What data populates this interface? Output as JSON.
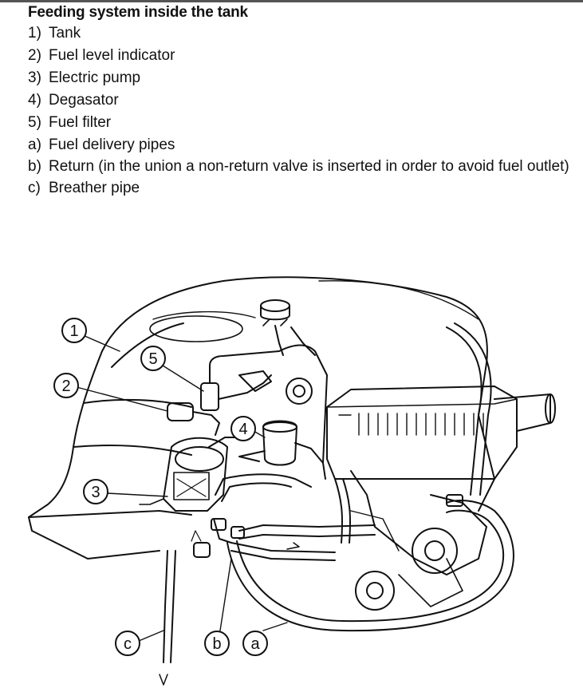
{
  "header": {
    "title": "Feeding system inside the tank"
  },
  "legend": [
    {
      "key": "1)",
      "text": "Tank"
    },
    {
      "key": "2)",
      "text": "Fuel level indicator"
    },
    {
      "key": "3)",
      "text": "Electric pump"
    },
    {
      "key": "4)",
      "text": "Degasator"
    },
    {
      "key": "5)",
      "text": "Fuel filter"
    },
    {
      "key": "a)",
      "text": "Fuel delivery pipes"
    },
    {
      "key": "b)",
      "text": "Return (in the union a non-return valve is inserted in order to avoid fuel outlet)"
    },
    {
      "key": "c)",
      "text": "Breather pipe"
    }
  ],
  "callouts": {
    "c1": "1",
    "c2": "2",
    "c3": "3",
    "c4": "4",
    "c5": "5",
    "ca": "a",
    "cb": "b",
    "cc": "c"
  }
}
